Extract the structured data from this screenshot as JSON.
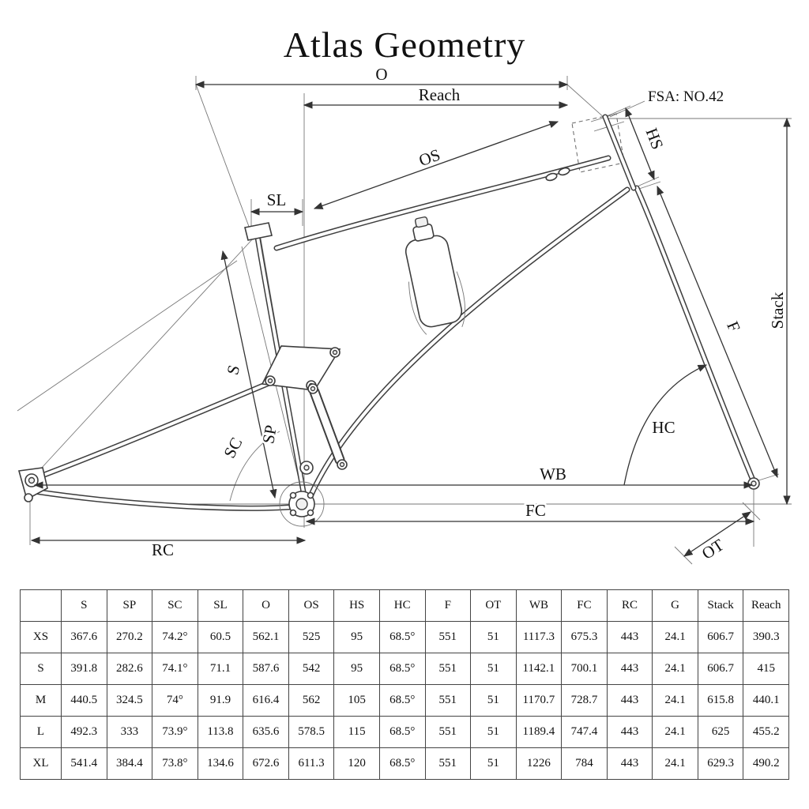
{
  "title": "Atlas Geometry",
  "diagram": {
    "fsa_note": "FSA: NO.42",
    "labels": {
      "o": "O",
      "reach": "Reach",
      "os": "OS",
      "sl": "SL",
      "s": "S",
      "sp": "SP",
      "sc": "SC",
      "hs": "HS",
      "f": "F",
      "stack": "Stack",
      "hc": "HC",
      "wb": "WB",
      "fc": "FC",
      "rc": "RC",
      "ot": "OT"
    }
  },
  "table": {
    "headers": [
      "",
      "S",
      "SP",
      "SC",
      "SL",
      "O",
      "OS",
      "HS",
      "HC",
      "F",
      "OT",
      "WB",
      "FC",
      "RC",
      "G",
      "Stack",
      "Reach"
    ],
    "rows": [
      [
        "XS",
        "367.6",
        "270.2",
        "74.2°",
        "60.5",
        "562.1",
        "525",
        "95",
        "68.5°",
        "551",
        "51",
        "1117.3",
        "675.3",
        "443",
        "24.1",
        "606.7",
        "390.3"
      ],
      [
        "S",
        "391.8",
        "282.6",
        "74.1°",
        "71.1",
        "587.6",
        "542",
        "95",
        "68.5°",
        "551",
        "51",
        "1142.1",
        "700.1",
        "443",
        "24.1",
        "606.7",
        "415"
      ],
      [
        "M",
        "440.5",
        "324.5",
        "74°",
        "91.9",
        "616.4",
        "562",
        "105",
        "68.5°",
        "551",
        "51",
        "1170.7",
        "728.7",
        "443",
        "24.1",
        "615.8",
        "440.1"
      ],
      [
        "L",
        "492.3",
        "333",
        "73.9°",
        "113.8",
        "635.6",
        "578.5",
        "115",
        "68.5°",
        "551",
        "51",
        "1189.4",
        "747.4",
        "443",
        "24.1",
        "625",
        "455.2"
      ],
      [
        "XL",
        "541.4",
        "384.4",
        "73.8°",
        "134.6",
        "672.6",
        "611.3",
        "120",
        "68.5°",
        "551",
        "51",
        "1226",
        "784",
        "443",
        "24.1",
        "629.3",
        "490.2"
      ]
    ]
  }
}
